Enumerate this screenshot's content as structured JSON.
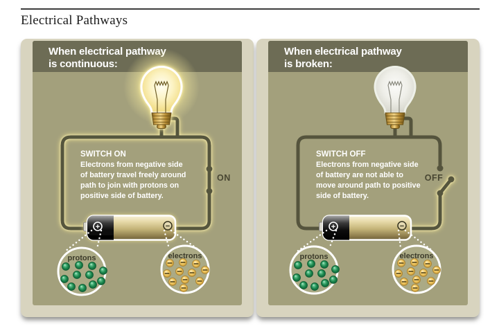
{
  "page": {
    "title": "Electrical Pathways"
  },
  "colors": {
    "card_frame": "#d8d4bf",
    "panel_background": "#a3a07c",
    "panel_header_background": "#6d6c55",
    "header_text": "#ffffff",
    "wire": "#55543d",
    "wire_glow": "#f3e48e",
    "switch_label_text": "#494733",
    "battery_gold": "#c4b478",
    "battery_black": "#0d0d0d",
    "proton_green": "#1e8a50",
    "electron_yellow": "#eec45c",
    "magnifier_ring": "#ffffff",
    "body_text": "#ffffff"
  },
  "panels": [
    {
      "id": "continuous",
      "header_line1": "When electrical pathway",
      "header_line2": "is continuous:",
      "bulb_state": "lit",
      "switch_state": "closed",
      "switch_title": "SWITCH ON",
      "body_lines": [
        "Electrons from negative side",
        "of battery travel freely around",
        "path to join with protons on",
        "positive side of battery."
      ],
      "switch_label": "ON",
      "battery_positive_label": "+",
      "battery_negative_label": "−",
      "protons_label": "protons",
      "electrons_label": "electrons"
    },
    {
      "id": "broken",
      "header_line1": "When electrical pathway",
      "header_line2": "is broken:",
      "bulb_state": "unlit",
      "switch_state": "open",
      "switch_title": "SWITCH OFF",
      "body_lines": [
        "Electrons from negative side",
        "of battery are not able to",
        "move around path to positive",
        "side of battery."
      ],
      "switch_label": "OFF",
      "battery_positive_label": "+",
      "battery_negative_label": "−",
      "protons_label": "protons",
      "electrons_label": "electrons"
    }
  ],
  "atoms": {
    "proton_offsets": [
      [
        -23,
        -11
      ],
      [
        -4,
        -13
      ],
      [
        15,
        -12
      ],
      [
        31,
        -5
      ],
      [
        -25,
        7
      ],
      [
        -7,
        1
      ],
      [
        11,
        1
      ],
      [
        28,
        10
      ],
      [
        -15,
        18
      ],
      [
        1,
        20
      ],
      [
        16,
        15
      ]
    ],
    "electron_offsets": [
      [
        -22,
        -12
      ],
      [
        -3,
        -13
      ],
      [
        16,
        -11
      ],
      [
        -26,
        3
      ],
      [
        -8,
        0
      ],
      [
        10,
        2
      ],
      [
        29,
        -2
      ],
      [
        -18,
        15
      ],
      [
        0,
        12
      ],
      [
        21,
        14
      ],
      [
        -2,
        24
      ]
    ]
  }
}
